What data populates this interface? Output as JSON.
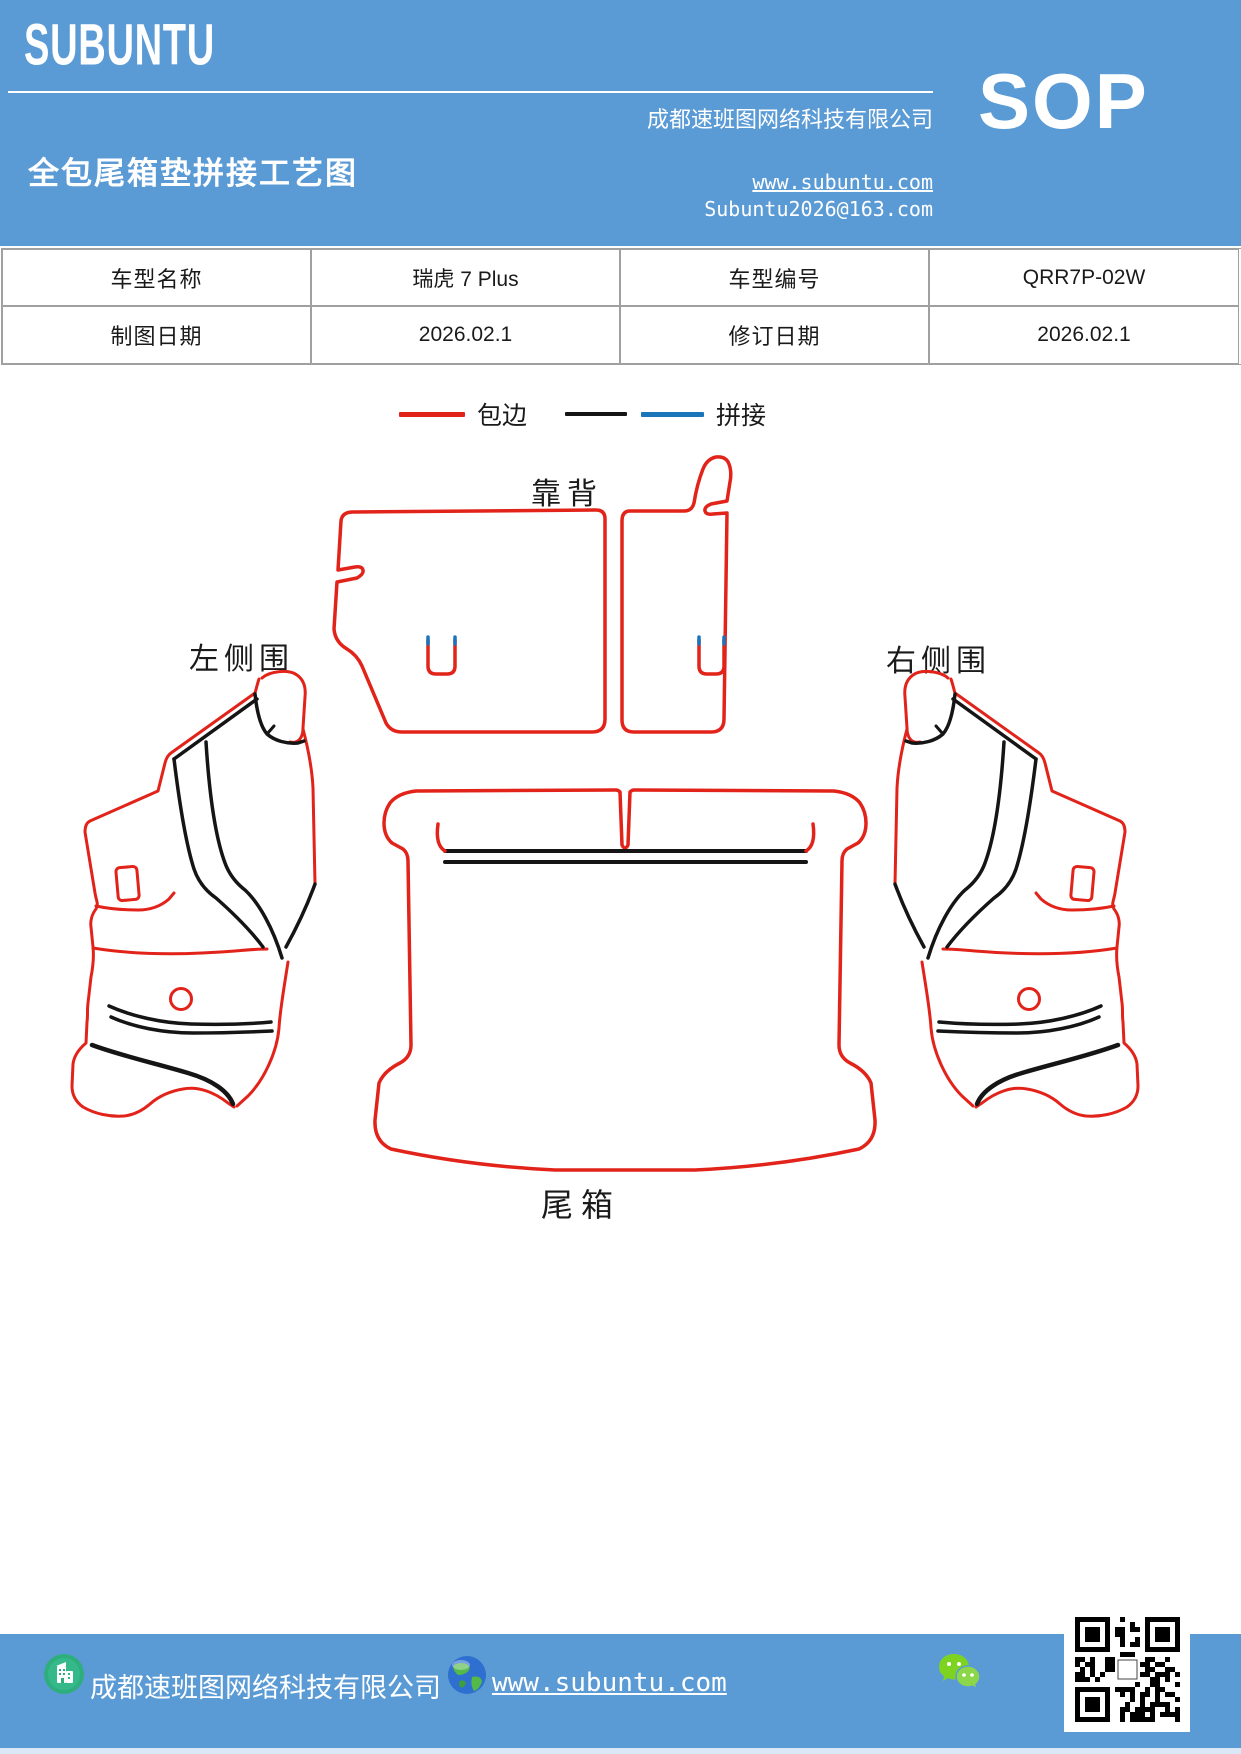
{
  "header": {
    "brand": "SUBUNTU",
    "company": "成都速班图网络科技有限公司",
    "doc_title": "全包尾箱垫拼接工艺图",
    "website": "www.subuntu.com",
    "email": "Subuntu2026@163.com",
    "badge": "SOP",
    "bg_color": "#5b9bd5"
  },
  "info_table": {
    "r1c1": "车型名称",
    "r1c2": "瑞虎 7 Plus",
    "r1c3": "车型编号",
    "r1c4": "QRR7P-02W",
    "r2c1": "制图日期",
    "r2c2": "2026.02.1",
    "r2c3": "修订日期",
    "r2c4": "2026.02.1"
  },
  "legend": {
    "edge_label": "包边",
    "splice_label": "拼接",
    "edge_color": "#e2231a",
    "splice_black": "#151515",
    "splice_blue": "#1b75bb"
  },
  "diagram": {
    "labels": {
      "backrest": "靠背",
      "left_side": "左侧围",
      "right_side": "右侧围",
      "trunk": "尾箱"
    }
  },
  "footer": {
    "company": "成都速班图网络科技有限公司",
    "website": "www.subuntu.com",
    "icons": [
      "building-icon",
      "globe-icon",
      "wechat-icon",
      "qr-code"
    ]
  }
}
